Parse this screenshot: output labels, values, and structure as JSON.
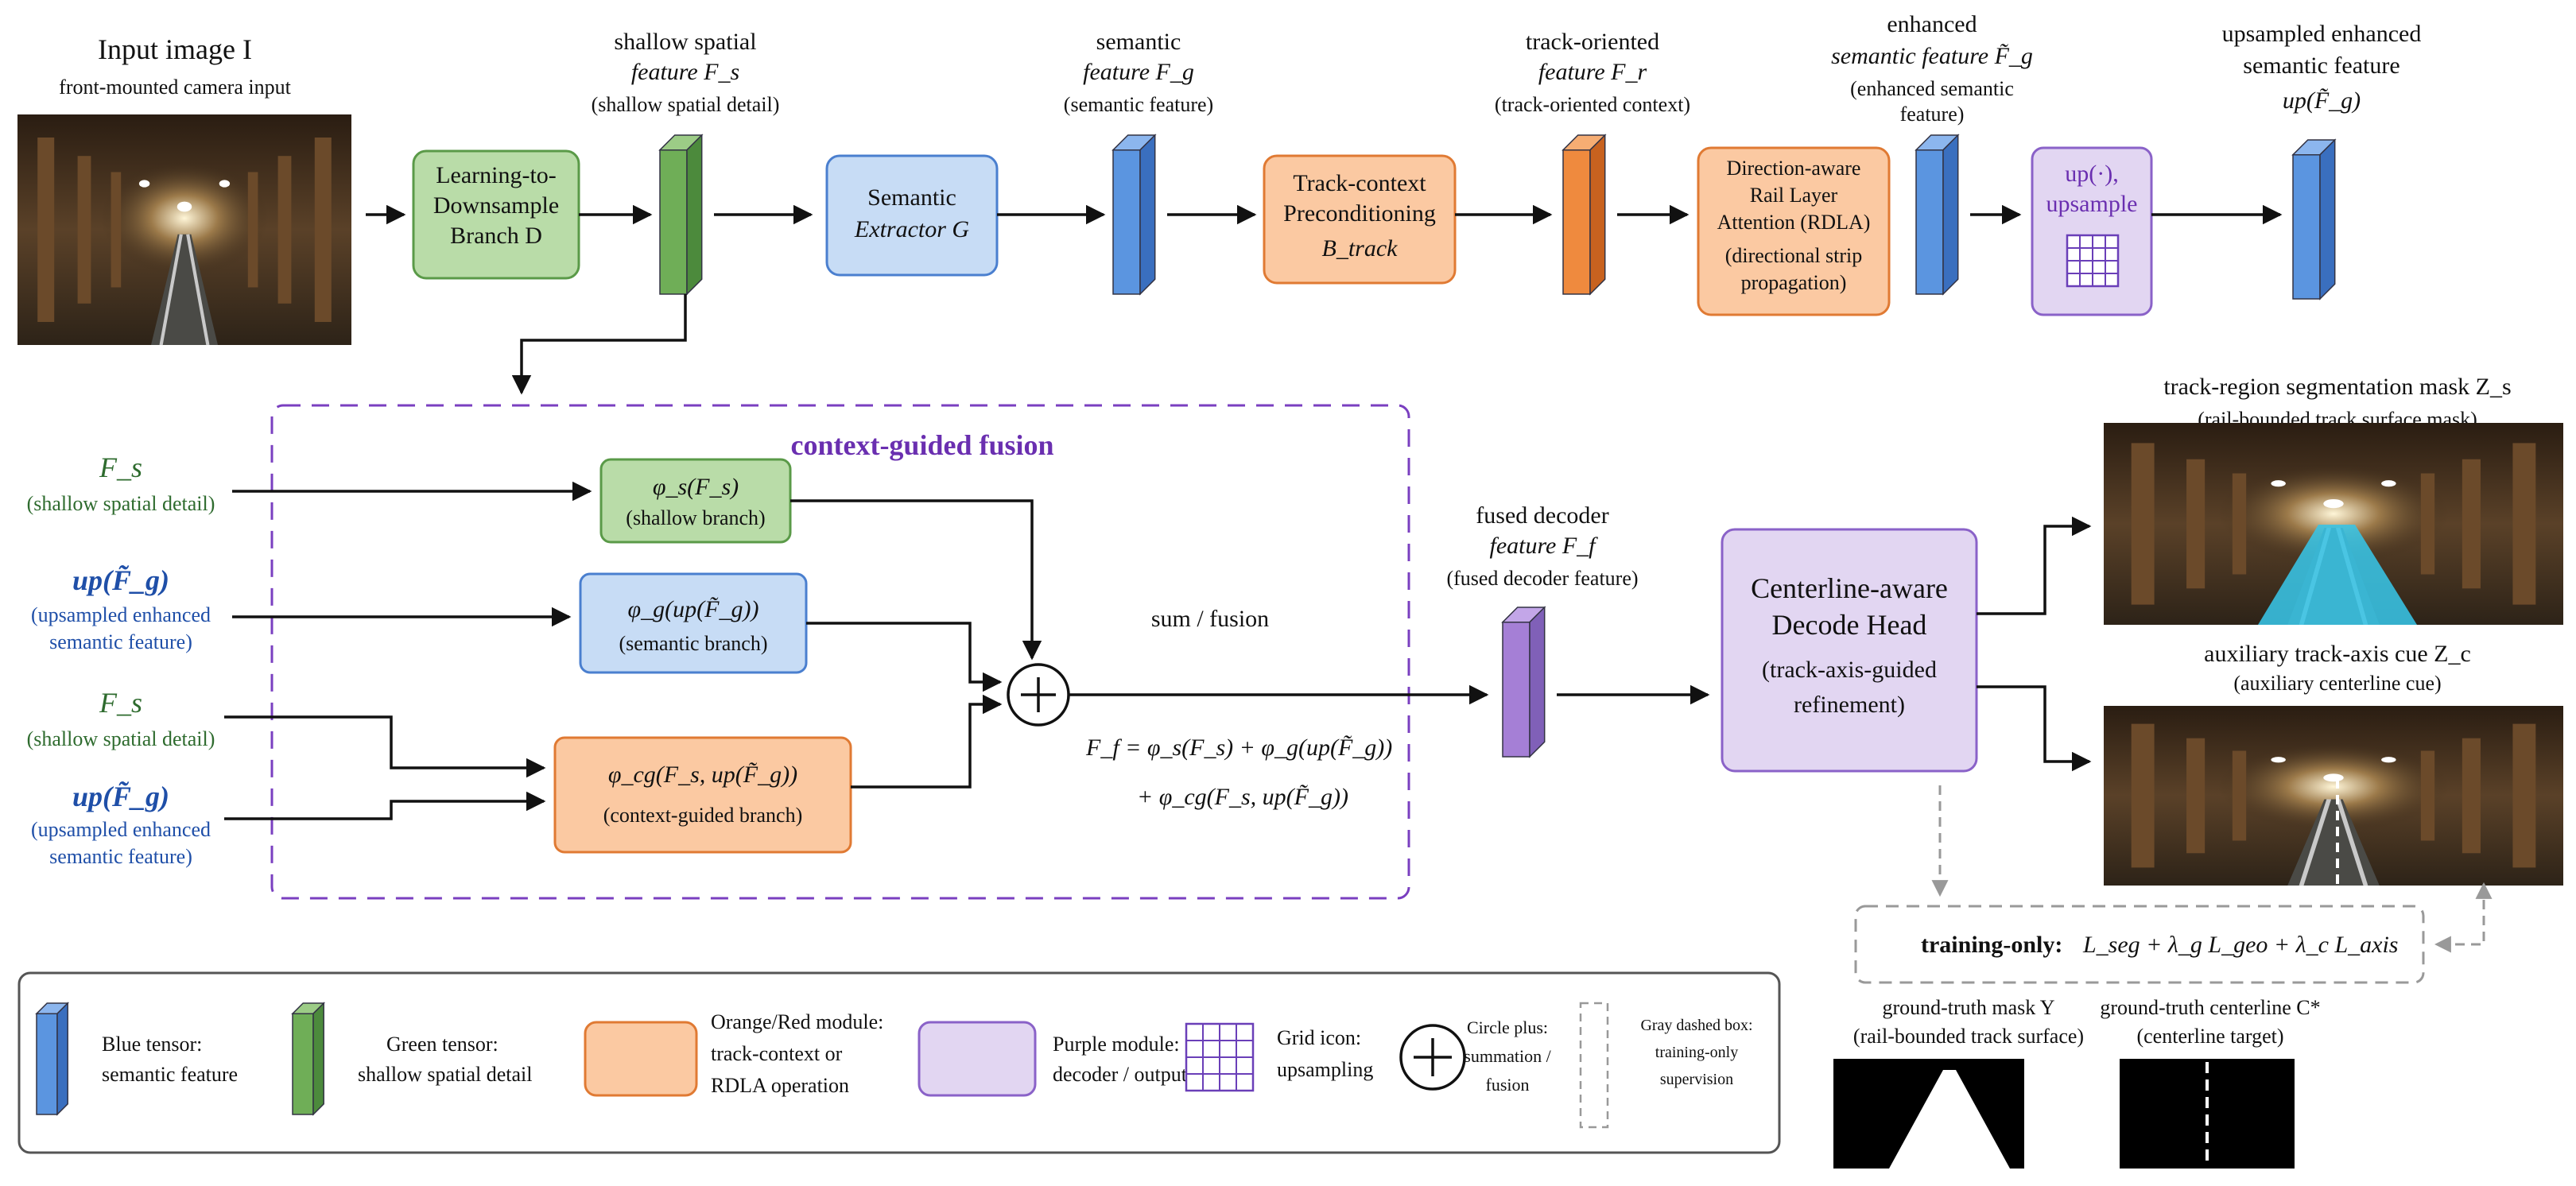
{
  "header": {
    "input_title": "Input image I",
    "input_sub": "front-mounted camera input",
    "shallow_title_1": "shallow spatial",
    "shallow_title_2": "feature F_s",
    "shallow_sub": "(shallow spatial detail)",
    "semantic_title_1": "semantic",
    "semantic_title_2": "feature F_g",
    "semantic_sub": "(semantic feature)",
    "track_title_1": "track-oriented",
    "track_title_2": "feature F_r",
    "track_sub": "(track-oriented context)",
    "enhanced_title_1": "enhanced",
    "enhanced_title_2": "semantic feature F̃_g",
    "enhanced_sub_1": "(enhanced semantic",
    "enhanced_sub_2": "feature)",
    "up_title_1": "upsampled enhanced",
    "up_title_2": "semantic feature",
    "up_title_3": "up(F̃_g)"
  },
  "modules": {
    "ltd": [
      "Learning-to-",
      "Downsample",
      "Branch D"
    ],
    "semantic": [
      "Semantic",
      "Extractor G"
    ],
    "track": [
      "Track-context",
      "Preconditioning",
      "B_track"
    ],
    "rdla": [
      "Direction-aware",
      "Rail Layer",
      "Attention (RDLA)",
      "(directional strip",
      "propagation)"
    ],
    "upsample": [
      "up(·),",
      "upsample"
    ],
    "decode": [
      "Centerline-aware",
      "Decode Head",
      "(track-axis-guided",
      "refinement)"
    ]
  },
  "fusion": {
    "title": "context-guided fusion",
    "left_fs": "F_s",
    "left_fs_sub": "(shallow spatial detail)",
    "left_up": "up(F̃_g)",
    "left_up_sub_1": "(upsampled enhanced",
    "left_up_sub_2": "semantic feature)",
    "branch_s": "φ_s(F_s)",
    "branch_s_sub": "(shallow branch)",
    "branch_g": "φ_g(up(F̃_g))",
    "branch_g_sub": "(semantic branch)",
    "branch_cg": "φ_cg(F_s, up(F̃_g))",
    "branch_cg_sub": "(context-guided branch)",
    "sum_label": "sum / fusion",
    "formula_1": "F_f = φ_s(F_s) + φ_g(up(F̃_g))",
    "formula_2": "+ φ_cg(F_s, up(F̃_g))",
    "fused_title_1": "fused decoder",
    "fused_title_2": "feature F_f",
    "fused_sub": "(fused decoder feature)"
  },
  "outputs": {
    "seg_title": "track-region segmentation mask Z_s",
    "seg_sub": "(rail-bounded track surface mask)",
    "axis_title": "auxiliary track-axis cue Z_c",
    "axis_sub": "(auxiliary centerline cue)",
    "training_label": "training-only:",
    "training_formula": "L_seg + λ_g L_geo + λ_c L_axis",
    "gt_mask_title": "ground-truth mask Y",
    "gt_mask_sub": "(rail-bounded track surface)",
    "gt_center_title": "ground-truth centerline C*",
    "gt_center_sub": "(centerline target)"
  },
  "legend": {
    "blue": [
      "Blue tensor:",
      "semantic feature"
    ],
    "green": [
      "Green tensor:",
      "shallow spatial detail"
    ],
    "orange": [
      "Orange/Red module:",
      "track-context or",
      "RDLA operation"
    ],
    "purple": [
      "Purple module:",
      "decoder / output"
    ],
    "grid": [
      "Grid icon:",
      "upsampling"
    ],
    "circle": [
      "Circle plus:",
      "summation /",
      "fusion"
    ],
    "gray": [
      "Gray dashed box:",
      "training-only",
      "supervision"
    ]
  },
  "colors": {
    "green_fill": "#b9dca8",
    "green_stroke": "#5a9a48",
    "blue_fill": "#c7dcf5",
    "blue_stroke": "#4a7fcf",
    "orange_fill": "#fbc9a2",
    "orange_stroke": "#e07a33",
    "purple_fill": "#e2d6f2",
    "purple_stroke": "#8a62c8",
    "fusion_dash": "#7a3fc0",
    "gray_dash": "#999999"
  }
}
